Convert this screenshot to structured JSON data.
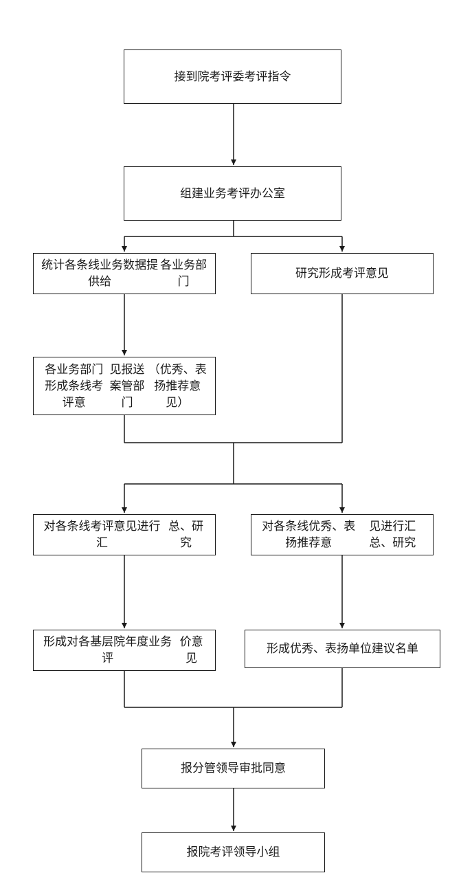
{
  "flowchart": {
    "nodes": {
      "n1": {
        "lines": [
          "接到院考评委考评指令"
        ]
      },
      "n2": {
        "lines": [
          "组建业务考评办公室"
        ]
      },
      "n3": {
        "lines": [
          "统计各条线业务数据提供给",
          "各业务部门"
        ]
      },
      "n4": {
        "lines": [
          "研究形成考评意见"
        ]
      },
      "n5": {
        "lines": [
          "各业务部门形成条线考评意",
          "见报送案管部门",
          "（优秀、表扬推荐意见）"
        ]
      },
      "n6": {
        "lines": [
          "对各条线考评意见进行汇",
          "总、研究"
        ]
      },
      "n7": {
        "lines": [
          "对各条线优秀、表扬推荐意",
          "见进行汇总、研究"
        ]
      },
      "n8": {
        "lines": [
          "形成对各基层院年度业务评",
          "价意见"
        ]
      },
      "n9": {
        "lines": [
          "形成优秀、表扬单位建议名单"
        ]
      },
      "n10": {
        "lines": [
          "报分管领导审批同意"
        ]
      },
      "n11": {
        "lines": [
          "报院考评领导小组"
        ]
      }
    }
  }
}
